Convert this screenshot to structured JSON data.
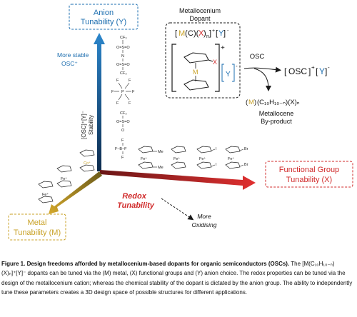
{
  "colors": {
    "blue": "#1e6fb0",
    "red": "#d02a2a",
    "gold": "#c9a227",
    "dark": "#1a1a1a"
  },
  "figure": {
    "axis_y_top": {
      "line1": "Anion",
      "line2": "Tunability (Y)"
    },
    "more_stable": {
      "line1": "More stable",
      "line2": "OSC⁺"
    },
    "stability_label": {
      "line1": "[OSC]⁺[Y]⁻",
      "line2": "Stability"
    },
    "dopant": {
      "title_line1": "Metallocenium",
      "title_line2": "Dopant",
      "formula_M": "M",
      "formula_C": "C",
      "formula_X": "X",
      "formula_sub": "n",
      "formula_plus": "+",
      "formula_Y": "Y",
      "formula_minus": "-",
      "struct_M": "M",
      "struct_X": "X",
      "struct_Y": "Y",
      "struct_plus": "+",
      "struct_minus": "-"
    },
    "reaction": {
      "reagent": "OSC",
      "product_OSC": "OSC",
      "product_plus": "+",
      "product_Y": "Y",
      "product_minus": "-",
      "byproduct_M": "M",
      "byproduct_formula": "(C₁₀H₁₀₋ₙ)(X)ₙ",
      "byproduct_line1": "Metallocene",
      "byproduct_line2": "By-product"
    },
    "anions": {
      "a1": "CF₃",
      "a2": "O=S=O",
      "a3": "N",
      "a4": "O=S=O",
      "a5": "CF₃",
      "a6": "F",
      "a7": "P",
      "a8": "CF₃",
      "a9": "O=S=O",
      "a10": "O",
      "a11": "F–B–F"
    },
    "metal_labels": {
      "co": "Co⁺",
      "fe": "Fe⁺"
    },
    "functional_labels": {
      "fe": "Fe⁺",
      "me": "Me",
      "i": "I",
      "br": "Br"
    },
    "functional_box": {
      "line1": "Functional Group",
      "line2": "Tunability (X)"
    },
    "metal_box": {
      "line1": "Metal",
      "line2": "Tunability (M)"
    },
    "redox": {
      "line1": "Redox",
      "line2": "Tunability"
    },
    "more_oxidising": {
      "line1": "More",
      "line2": "Oxidising"
    }
  },
  "caption": {
    "lead": "Figure 1. Design freedoms afforded by metallocenium-based dopants for organic semiconductors (OSCs).",
    "body": "The [M(C₁₀H₁₀₋ₙ)(X)ₙ]⁺[Y]⁻ dopants can be tuned via the (M) metal, (X) functional groups and (Y) anion choice. The redox properties can be tuned via the design of the metallocenium cation; whereas the chemical stability of the dopant is dictated by the anion group. The ability to independently tune these parameters creates a 3D design space of possible structures for different applications."
  }
}
